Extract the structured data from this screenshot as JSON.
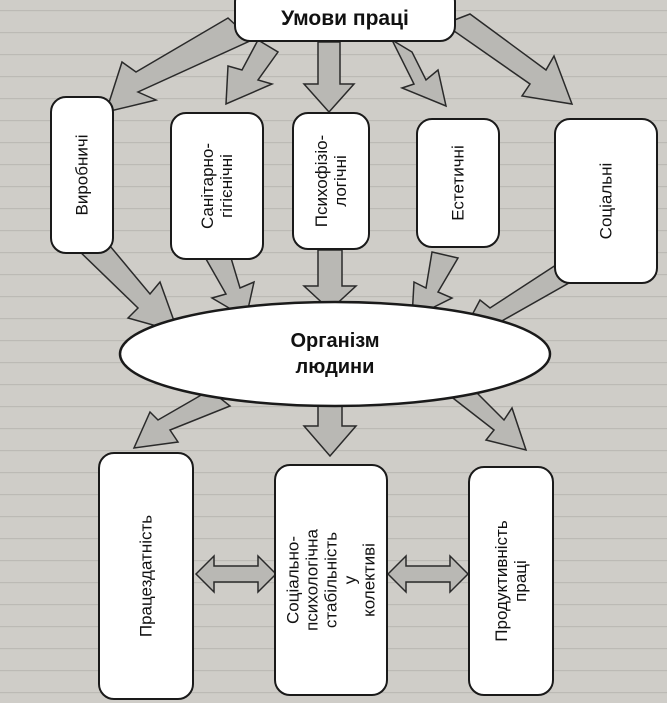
{
  "diagram": {
    "top": {
      "label": "Умови праці"
    },
    "factors": [
      {
        "id": "vyrobnychi",
        "label": "Виробничі"
      },
      {
        "id": "sanitarno",
        "label": "Санітарно-\nгігієнічні"
      },
      {
        "id": "psykhofiziolohichni",
        "label": "Психофізіо-\nлогічні"
      },
      {
        "id": "estetychni",
        "label": "Естетичні"
      },
      {
        "id": "sotsialni",
        "label": "Соціальні"
      }
    ],
    "center": {
      "label": "Організм\nлюдини"
    },
    "results": [
      {
        "id": "pratsezdatnist",
        "label": "Працездатність"
      },
      {
        "id": "stabilnist",
        "label": "Соціально-\nпсихологічна\nстабільність у\nколективі"
      },
      {
        "id": "produktyvnist",
        "label": "Продуктивність\nпраці"
      }
    ]
  },
  "colors": {
    "background": "#cfcdc8",
    "arrow_fill": "#b9b8b4",
    "box_fill": "#ffffff",
    "stroke": "#1a1a1a"
  }
}
